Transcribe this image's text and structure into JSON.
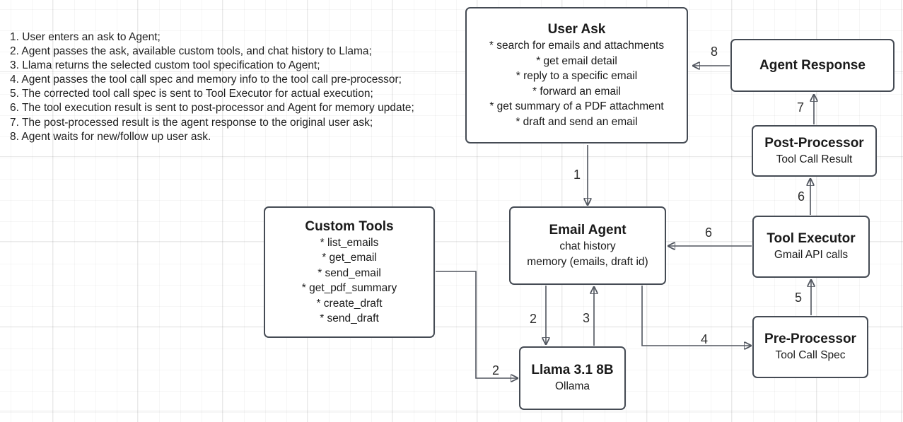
{
  "notes": {
    "items": [
      "1. User enters an ask to Agent;",
      "2. Agent passes the ask, available custom tools, and chat history to Llama;",
      "3. Llama returns the selected custom tool specification to Agent;",
      "4. Agent passes the tool call spec and memory info to the tool call pre-processor;",
      "5. The corrected tool call spec is sent to Tool Executor for actual execution;",
      "6. The tool execution result is sent to post-processor and Agent for memory update;",
      "7. The post-processed result is the agent response to the original user ask;",
      "8. Agent waits for new/follow up user ask."
    ]
  },
  "nodes": {
    "user_ask": {
      "title": "User Ask",
      "lines": [
        "* search for emails and attachments",
        "* get email detail",
        "* reply to a specific email",
        "* forward an email",
        "* get summary of a PDF attachment",
        "* draft and send an email"
      ]
    },
    "agent_response": {
      "title": "Agent Response"
    },
    "post_processor": {
      "title": "Post-Processor",
      "subtitle": "Tool Call Result"
    },
    "tool_executor": {
      "title": "Tool Executor",
      "subtitle": "Gmail API calls"
    },
    "pre_processor": {
      "title": "Pre-Processor",
      "subtitle": "Tool Call Spec"
    },
    "email_agent": {
      "title": "Email Agent",
      "lines": [
        "chat history",
        "memory (emails, draft id)"
      ]
    },
    "custom_tools": {
      "title": "Custom Tools",
      "lines": [
        "* list_emails",
        "* get_email",
        "* send_email",
        "* get_pdf_summary",
        "* create_draft",
        "* send_draft"
      ]
    },
    "llama": {
      "title": "Llama 3.1 8B",
      "subtitle": "Ollama"
    }
  },
  "edge_labels": {
    "step1": "1",
    "step2_agent_to_llama": "2",
    "step2_tools_to_llama": "2",
    "step3": "3",
    "step4": "4",
    "step5": "5",
    "step6_to_postprocessor": "6",
    "step6_to_agent": "6",
    "step7": "7",
    "step8": "8"
  },
  "colors": {
    "box_border": "#454b54",
    "arrow": "#50555e",
    "text": "#1a1a1a",
    "background": "#ffffff"
  }
}
